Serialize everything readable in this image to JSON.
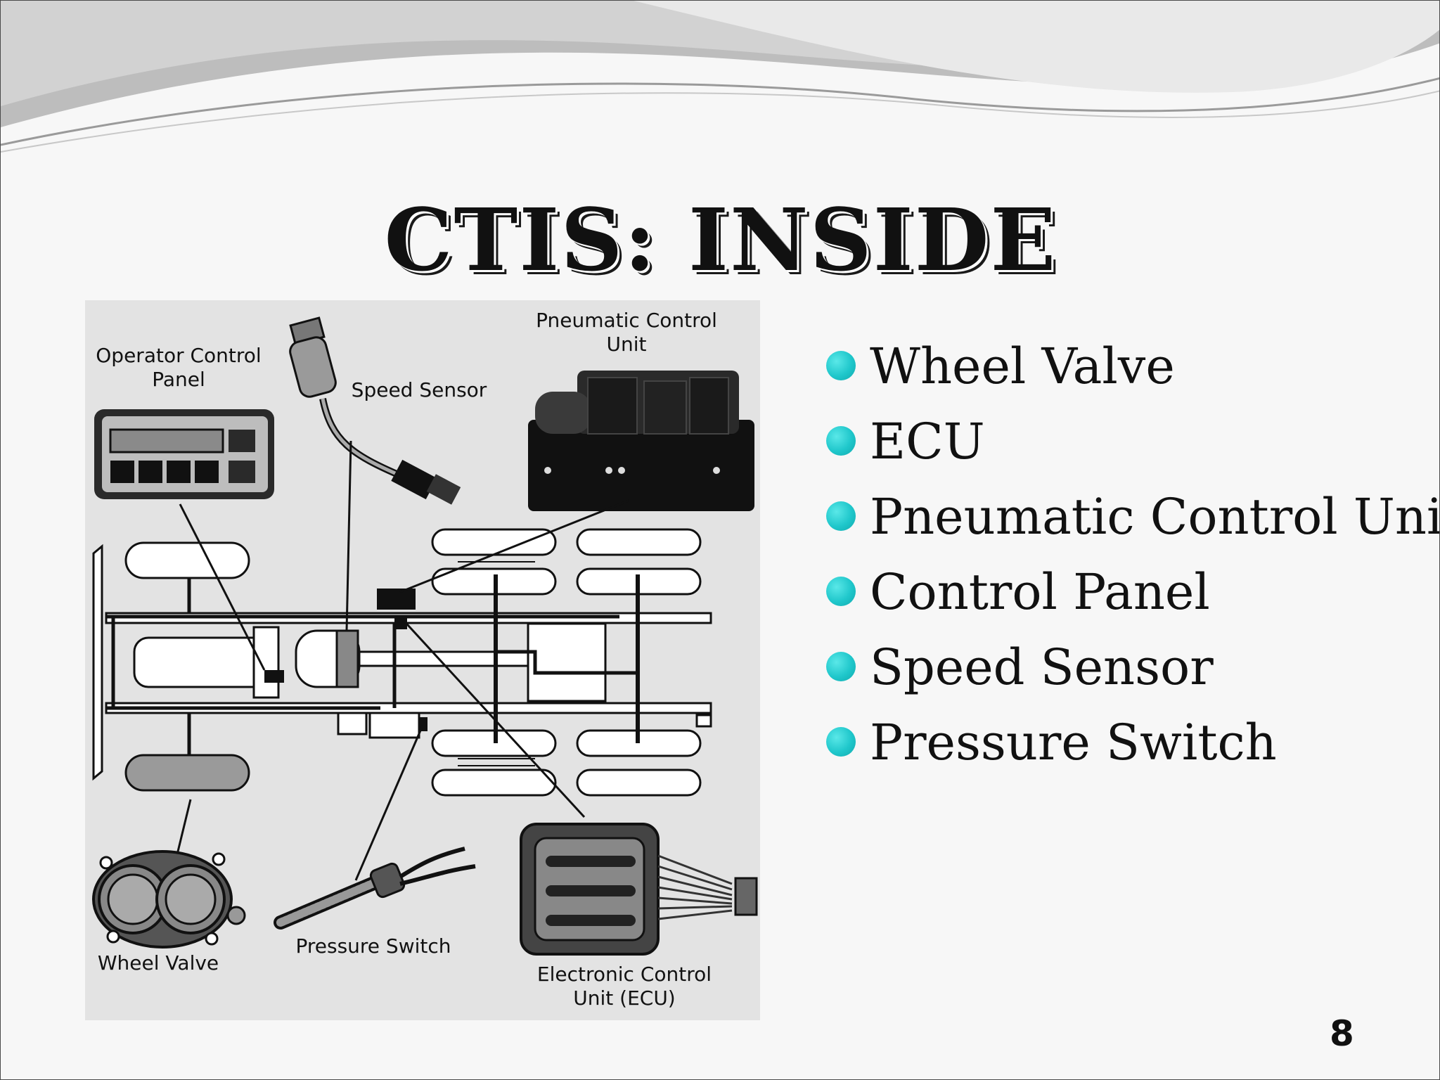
{
  "slide": {
    "title": "CTIS: INSIDE",
    "page_number": "8"
  },
  "bullets": [
    {
      "label": "Wheel Valve"
    },
    {
      "label": "ECU"
    },
    {
      "label": "Pneumatic Control Unit"
    },
    {
      "label": "Control Panel"
    },
    {
      "label": "Speed Sensor"
    },
    {
      "label": "Pressure Switch"
    }
  ],
  "diagram": {
    "labels": {
      "operator_panel_1": "Operator Control",
      "operator_panel_2": "Panel",
      "speed_sensor": "Speed Sensor",
      "pcu_1": "Pneumatic Control",
      "pcu_2": "Unit",
      "wheel_valve": "Wheel Valve",
      "pressure_switch": "Pressure Switch",
      "ecu_1": "Electronic Control",
      "ecu_2": "Unit (ECU)"
    }
  },
  "colors": {
    "bullet_dot": "#1fc7cb",
    "text": "#111111",
    "diagram_background": "#e3e3e3"
  }
}
